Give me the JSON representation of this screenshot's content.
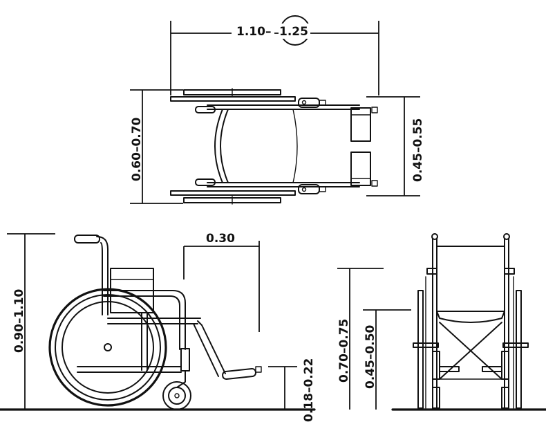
{
  "dimensions": {
    "top_length": "1.10–",
    "top_length_circled": "1.25",
    "top_width_outer": "0.60–0.70",
    "top_width_inner": "0.45–0.55",
    "side_height": "0.90–1.10",
    "side_seat_depth": "0.30",
    "side_footrest_height": "0.18–0.22",
    "front_armrest_height": "0.70–0.75",
    "front_seat_height": "0.45–0.50"
  }
}
